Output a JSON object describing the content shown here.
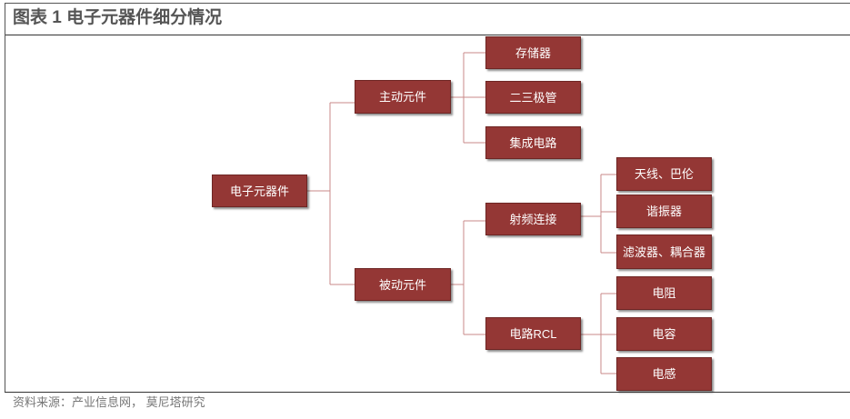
{
  "title": "图表 1 电子元器件细分情况",
  "source": "资料来源：产业信息网， 莫尼塔研究",
  "colors": {
    "node_fill": "#943735",
    "connector": "#c88a88",
    "title_text": "#555555"
  },
  "tree": {
    "root": "电子元器件",
    "active": {
      "label": "主动元件",
      "children": [
        "存储器",
        "二三极管",
        "集成电路"
      ]
    },
    "passive": {
      "label": "被动元件",
      "rf": {
        "label": "射频连接",
        "children": [
          "天线、巴伦",
          "谐振器",
          "滤波器、耦合器"
        ]
      },
      "rcl": {
        "label": "电路RCL",
        "children": [
          "电阻",
          "电容",
          "电感"
        ]
      }
    }
  }
}
